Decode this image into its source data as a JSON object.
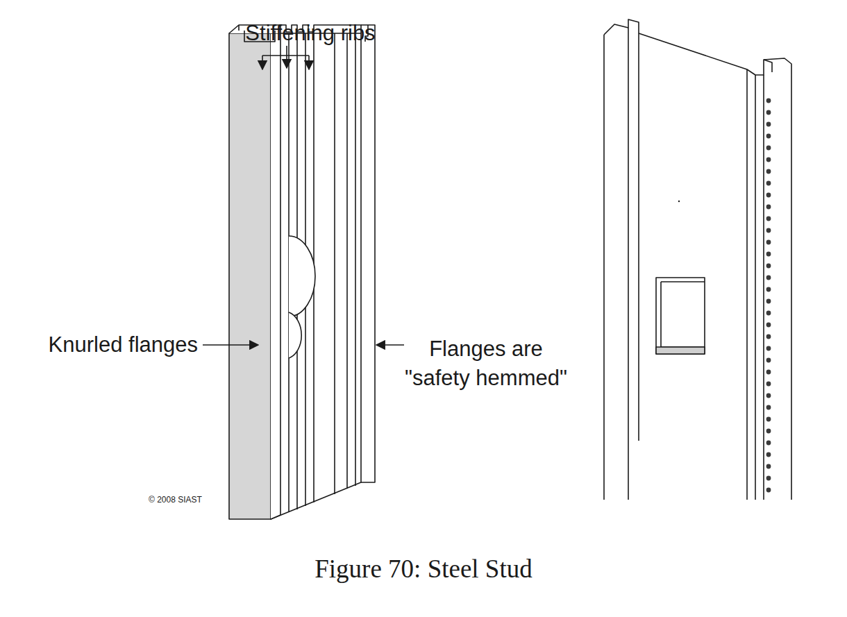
{
  "diagram": {
    "caption": "Figure 70: Steel Stud",
    "labels": [
      "Stiffening ribs",
      "Knurled flanges",
      "Flanges are \"safety hemmed\"",
      "© 2008 SIAST"
    ]
  }
}
